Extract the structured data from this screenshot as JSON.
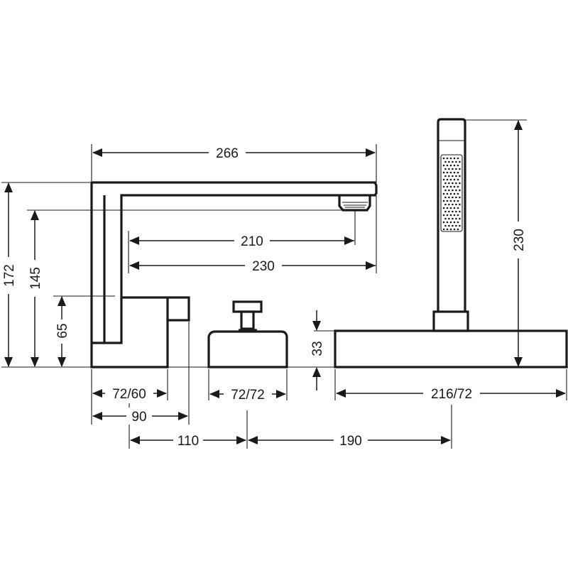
{
  "figure": {
    "type": "technical dimension drawing",
    "components": [
      "spout",
      "diverter",
      "handle",
      "hand-shower"
    ]
  },
  "dimensions": {
    "spout_length": "266",
    "spout_reach_inner": "210",
    "spout_reach_outer": "230",
    "total_height": "172",
    "spout_outlet_height": "145",
    "body_height": "65",
    "body_footprint": "72/60",
    "body_width": "90",
    "body_to_handle": "110",
    "handle_to_shower": "190",
    "handle_footprint": "72/72",
    "shower_base_footprint": "216/72",
    "shower_height": "230",
    "deck_height": "33"
  }
}
